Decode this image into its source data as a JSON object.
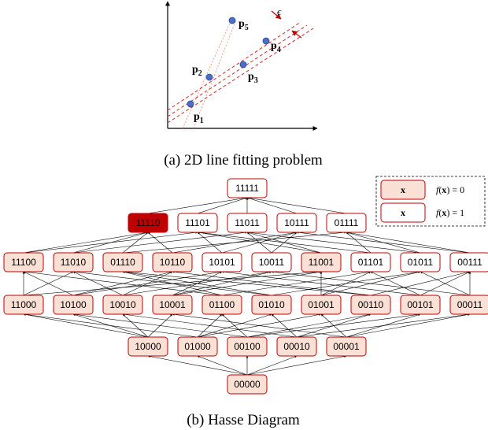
{
  "line_fit": {
    "points": [
      {
        "name": "p",
        "sub": "1"
      },
      {
        "name": "p",
        "sub": "2"
      },
      {
        "name": "p",
        "sub": "3"
      },
      {
        "name": "p",
        "sub": "4"
      },
      {
        "name": "p",
        "sub": "5"
      }
    ],
    "epsilon": "ϵ",
    "caption": "(a) 2D line fitting problem",
    "colors": {
      "point": "#4a6fc4",
      "band": "#d62728",
      "guide": "#e88a6a"
    }
  },
  "hasse": {
    "caption": "(b) Hasse Diagram",
    "levels": [
      [
        "00000"
      ],
      [
        "10000",
        "01000",
        "00100",
        "00010",
        "00001"
      ],
      [
        "11000",
        "10100",
        "10010",
        "10001",
        "01100",
        "01010",
        "01001",
        "00110",
        "00101",
        "00011"
      ],
      [
        "11100",
        "11010",
        "01110",
        "10110",
        "10101",
        "10011",
        "11001",
        "01101",
        "01011",
        "00111"
      ],
      [
        "11110",
        "11101",
        "11011",
        "10111",
        "01111"
      ],
      [
        "11111"
      ]
    ],
    "f_zero": [
      "00000",
      "10000",
      "01000",
      "00100",
      "00010",
      "00001",
      "11000",
      "10100",
      "10010",
      "10001",
      "01100",
      "01010",
      "01001",
      "00110",
      "00101",
      "00011",
      "11100",
      "11010",
      "01110",
      "10110",
      "11001"
    ],
    "highlight": [
      "11110"
    ],
    "colors": {
      "f0_fill": "#fbe0d6",
      "f1_fill": "#ffffff",
      "highlight_fill": "#c00000",
      "border": "#c00000"
    }
  },
  "legend": {
    "items": [
      {
        "box": "x",
        "label_pre": "f",
        "label_mid": "x",
        "label_post": " = 0"
      },
      {
        "box": "x",
        "label_pre": "f",
        "label_mid": "x",
        "label_post": " = 1"
      }
    ]
  }
}
